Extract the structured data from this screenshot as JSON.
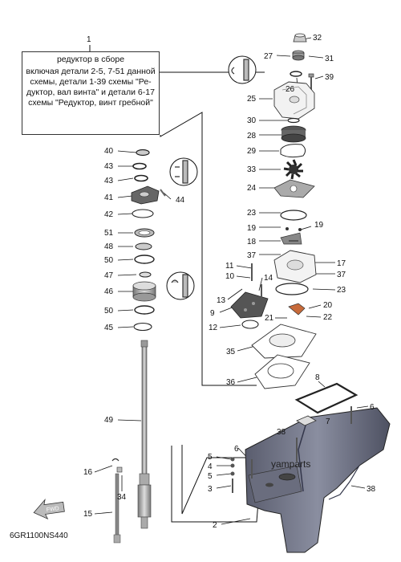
{
  "assembly": {
    "number": "1",
    "title": "редуктор в сборе",
    "description": "включая детали 2-5, 7-51 данной схемы, детали 1-39 схемы \"Ре-дуктор, вал винта\" и детали 6-17 схемы \"Редуктор, винт гребной\""
  },
  "diagram_code": "6GR1100NS440",
  "watermark": "yamparts",
  "fwd_label": "FWD",
  "callouts": {
    "c32": "32",
    "c27": "27",
    "c31": "31",
    "c26": "26",
    "c39": "39",
    "c25": "25",
    "c30": "30",
    "c28": "28",
    "c29": "29",
    "c33": "33",
    "c24": "24",
    "c23a": "23",
    "c19a": "19",
    "c19b": "19",
    "c18": "18",
    "c37a": "37",
    "c17": "17",
    "c37b": "37",
    "c11": "11",
    "c10": "10",
    "c14": "14",
    "c13": "13",
    "c9": "9",
    "c23b": "23",
    "c20": "20",
    "c21": "21",
    "c22": "22",
    "c12": "12",
    "c35": "35",
    "c36": "36",
    "c8": "8",
    "c6a": "6",
    "c7": "7",
    "c38a": "38",
    "c6b": "6",
    "c5a": "5",
    "c4": "4",
    "c5b": "5",
    "c3": "3",
    "c38b": "38",
    "c2": "2",
    "c40": "40",
    "c43a": "43",
    "c43b": "43",
    "c41": "41",
    "c44": "44",
    "c42": "42",
    "c51": "51",
    "c48": "48",
    "c50a": "50",
    "c47": "47",
    "c46": "46",
    "c50b": "50",
    "c45": "45",
    "c49": "49",
    "c16": "16",
    "c34": "34",
    "c15": "15"
  }
}
